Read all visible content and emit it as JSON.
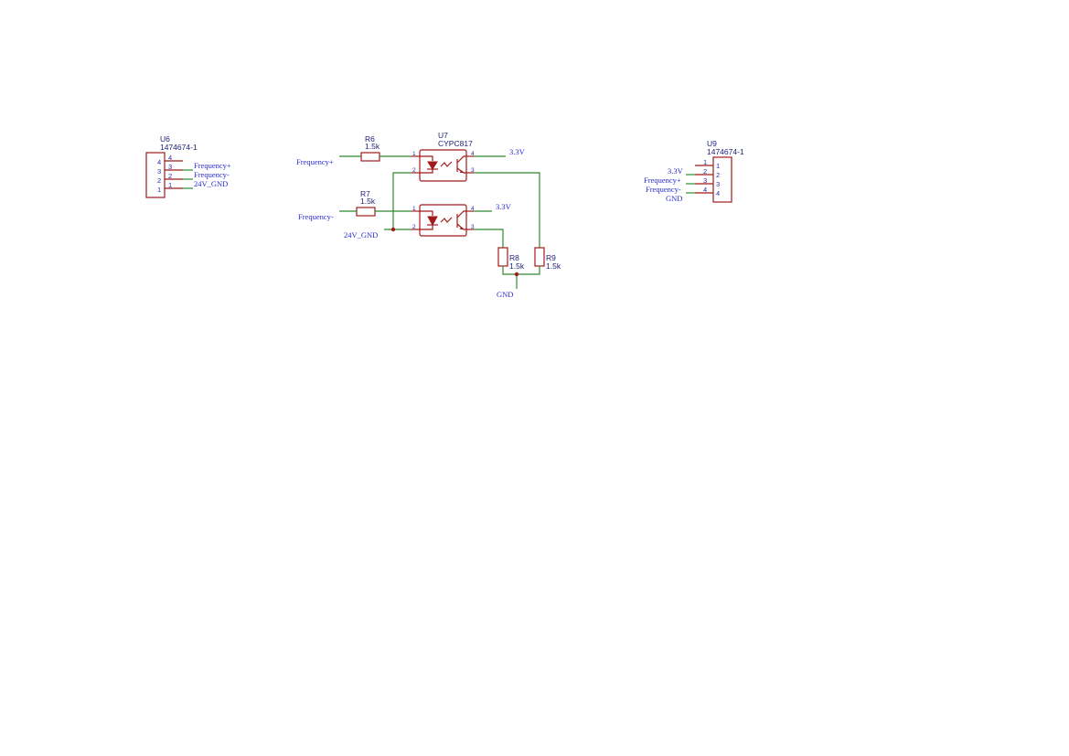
{
  "components": {
    "u6": {
      "ref": "U6",
      "value": "1474674-1",
      "pins": [
        "4",
        "3",
        "2",
        "1"
      ],
      "pin_stubs": [
        "4",
        "3",
        "2",
        "1"
      ]
    },
    "u7": {
      "ref": "U7",
      "value": "CYPC817",
      "pins_top": [
        "1",
        "2",
        "4",
        "3"
      ],
      "pins_bottom": [
        "1",
        "2",
        "4",
        "3"
      ]
    },
    "u9": {
      "ref": "U9",
      "value": "1474674-1",
      "pins": [
        "1",
        "2",
        "3",
        "4"
      ],
      "pin_stubs": [
        "1",
        "2",
        "3",
        "4"
      ]
    },
    "r6": {
      "ref": "R6",
      "value": "1.5k"
    },
    "r7": {
      "ref": "R7",
      "value": "1.5k"
    },
    "r8": {
      "ref": "R8",
      "value": "1.5k"
    },
    "r9": {
      "ref": "R9",
      "value": "1.5k"
    }
  },
  "nets": {
    "u6_freq_plus": "Frequency+",
    "u6_freq_minus": "Frequency-",
    "u6_gnd24": "24V_GND",
    "freq_plus_in": "Frequency+",
    "freq_minus_in": "Frequency-",
    "gnd24_in": "24V_GND",
    "vcc_top": "3.3V",
    "vcc_bottom": "3.3V",
    "gnd_out": "GND",
    "u9_vcc": "3.3V",
    "u9_freq_plus": "Frequency+",
    "u9_freq_minus": "Frequency-",
    "u9_gnd": "GND"
  },
  "colors": {
    "wire": "#2e8b2e",
    "component": "#a11b1b",
    "label": "#1d1d7a",
    "net": "#2a2ad0"
  }
}
